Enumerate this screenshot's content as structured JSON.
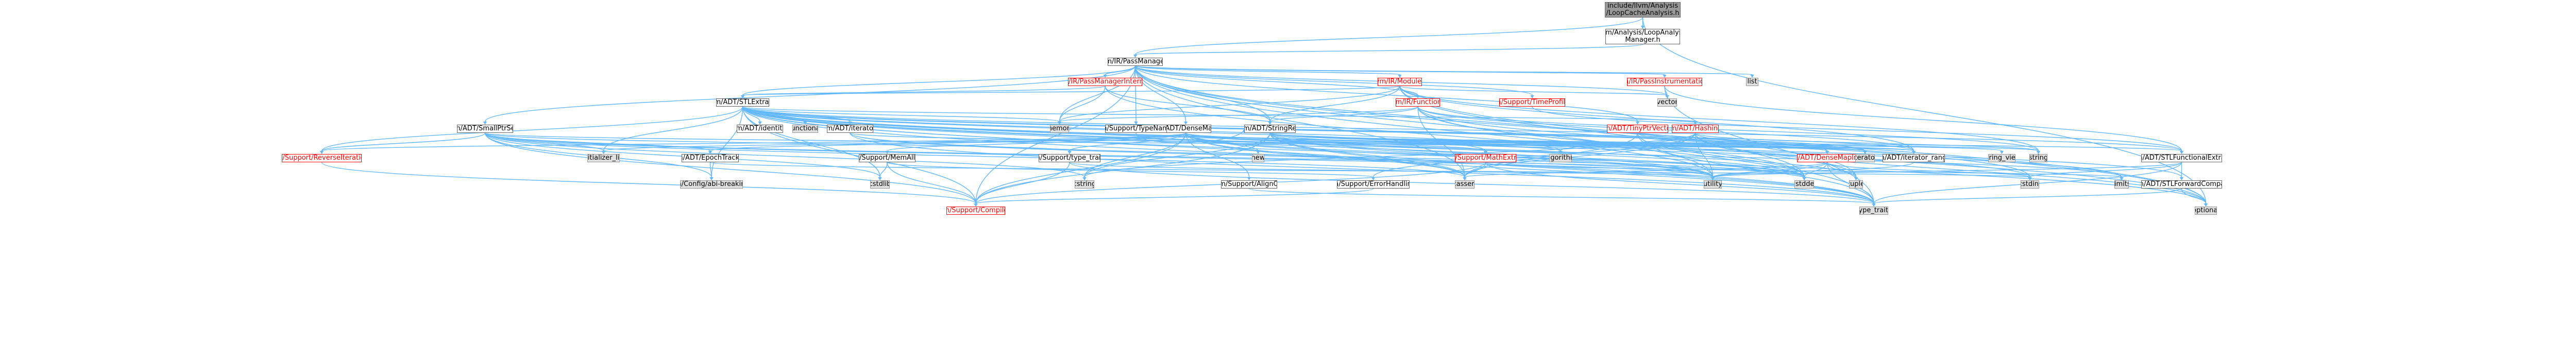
{
  "colors": {
    "edge": "#63b8ff",
    "root_fill": "#999999",
    "ext_fill": "#e0e0e0",
    "truncated_border": "#ff0000",
    "node_border": "#666666"
  },
  "nodes": {
    "root": {
      "label": "include/llvm/Analysis\n/LoopCacheAnalysis.h"
    },
    "loopmgr": {
      "label": "llvm/Analysis/LoopAnalysis\nManager.h"
    },
    "passmgr": {
      "label": "llvm/IR/PassManager.h"
    },
    "pmi": {
      "label": "llvm/IR/PassManagerInternal.h"
    },
    "module": {
      "label": "llvm/IR/Module.h"
    },
    "passinstr": {
      "label": "llvm/IR/PassInstrumentation.h"
    },
    "list": {
      "label": "list"
    },
    "stlextras": {
      "label": "llvm/ADT/STLExtras.h"
    },
    "function": {
      "label": "llvm/IR/Function.h"
    },
    "timeprof": {
      "label": "llvm/Support/TimeProfiler.h"
    },
    "vector": {
      "label": "vector"
    },
    "smallptrset": {
      "label": "llvm/ADT/SmallPtrSet.h"
    },
    "densemap": {
      "label": "llvm/ADT/DenseMap.h"
    },
    "tinyptr": {
      "label": "llvm/ADT/TinyPtrVector.h"
    },
    "hashing": {
      "label": "llvm/ADT/Hashing.h"
    },
    "identity": {
      "label": "llvm/ADT/identity.h"
    },
    "functional": {
      "label": "functional"
    },
    "adtiterator": {
      "label": "llvm/ADT/iterator.h"
    },
    "memory": {
      "label": "memory"
    },
    "typename": {
      "label": "llvm/Support/TypeName.h"
    },
    "stringref": {
      "label": "llvm/ADT/StringRef.h"
    },
    "reviter": {
      "label": "llvm/Support/ReverseIteration.h"
    },
    "epoch": {
      "label": "llvm/ADT/EpochTracker.h"
    },
    "initlist": {
      "label": "initializer_list"
    },
    "memalloc": {
      "label": "llvm/Support/MemAlloc.h"
    },
    "typetraitsS": {
      "label": "llvm/Support/type_traits.h"
    },
    "newh": {
      "label": "new"
    },
    "mathextras": {
      "label": "llvm/Support/MathExtras.h"
    },
    "algorithm": {
      "label": "algorithm"
    },
    "densemapinfo": {
      "label": "llvm/ADT/DenseMapInfo.h"
    },
    "iterator": {
      "label": "iterator"
    },
    "iterrange": {
      "label": "llvm/ADT/iterator_range.h"
    },
    "stringview": {
      "label": "string_view"
    },
    "string": {
      "label": "string"
    },
    "stlfunc": {
      "label": "llvm/ADT/STLFunctionalExtras.h"
    },
    "configbreak": {
      "label": "llvm/Config/abi-breaking.h"
    },
    "cstdlib": {
      "label": "cstdlib"
    },
    "cstring": {
      "label": "cstring"
    },
    "alignof": {
      "label": "llvm/Support/AlignOf.h"
    },
    "errhandling": {
      "label": "llvm/Support/ErrorHandling.h"
    },
    "cassert": {
      "label": "cassert"
    },
    "utility": {
      "label": "utility"
    },
    "cstddef": {
      "label": "cstddef"
    },
    "tuple": {
      "label": "tuple"
    },
    "cstdint": {
      "label": "cstdint"
    },
    "limits": {
      "label": "limits"
    },
    "stlfwd": {
      "label": "llvm/ADT/STLForwardCompat.h"
    },
    "compiler": {
      "label": "llvm/Support/Compiler.h"
    },
    "typetraits": {
      "label": "type_traits"
    },
    "optional": {
      "label": "optional"
    }
  }
}
